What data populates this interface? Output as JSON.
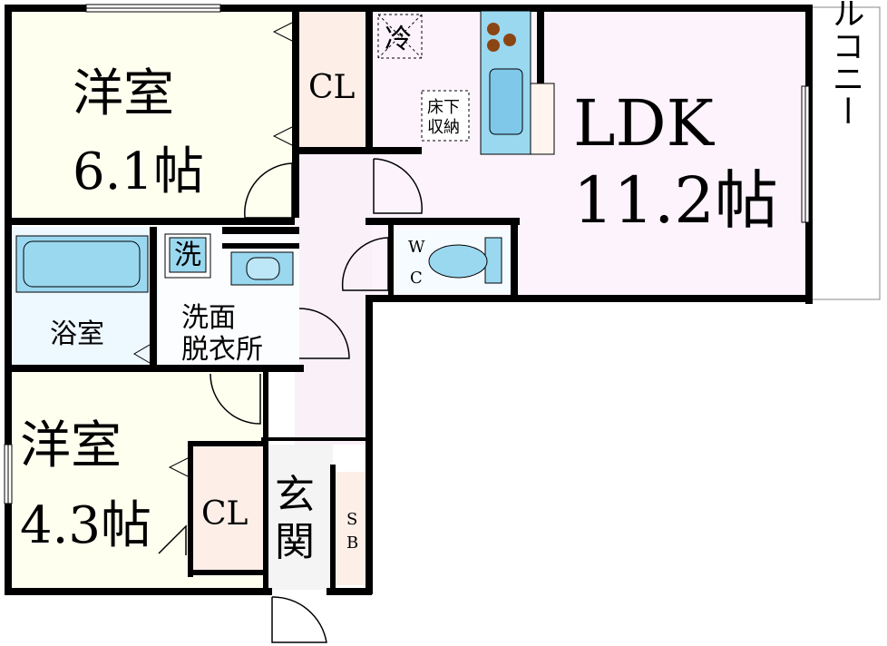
{
  "rooms": {
    "western1": {
      "name": "洋室",
      "size": "6.1帖"
    },
    "western2": {
      "name": "洋室",
      "size": "4.3帖"
    },
    "ldk": {
      "name": "LDK",
      "size": "11.2帖"
    },
    "bath": {
      "name": "浴室"
    },
    "washroom": {
      "line1": "洗面",
      "line2": "脱衣所"
    },
    "entrance": {
      "line1": "玄",
      "line2": "関"
    },
    "balcony": {
      "name": "バルコニー"
    }
  },
  "fixtures": {
    "closet1": "CL",
    "closet2": "CL",
    "fridge": "冷",
    "underfloor_line1": "床下",
    "underfloor_line2": "収納",
    "washer": "洗",
    "wc_line1": "W",
    "wc_line2": "C",
    "shoebox_line1": "S",
    "shoebox_line2": "B"
  },
  "colors": {
    "wall": "#000000",
    "western_floor": "#fffff0",
    "ldk_floor": "#fdf3fd",
    "hall_floor": "#faf0f8",
    "closet_floor": "#fdeee8",
    "wet_floor": "#eef8ff",
    "fixture_blue": "#9ad8f0",
    "stove_burner": "#8b4513"
  }
}
